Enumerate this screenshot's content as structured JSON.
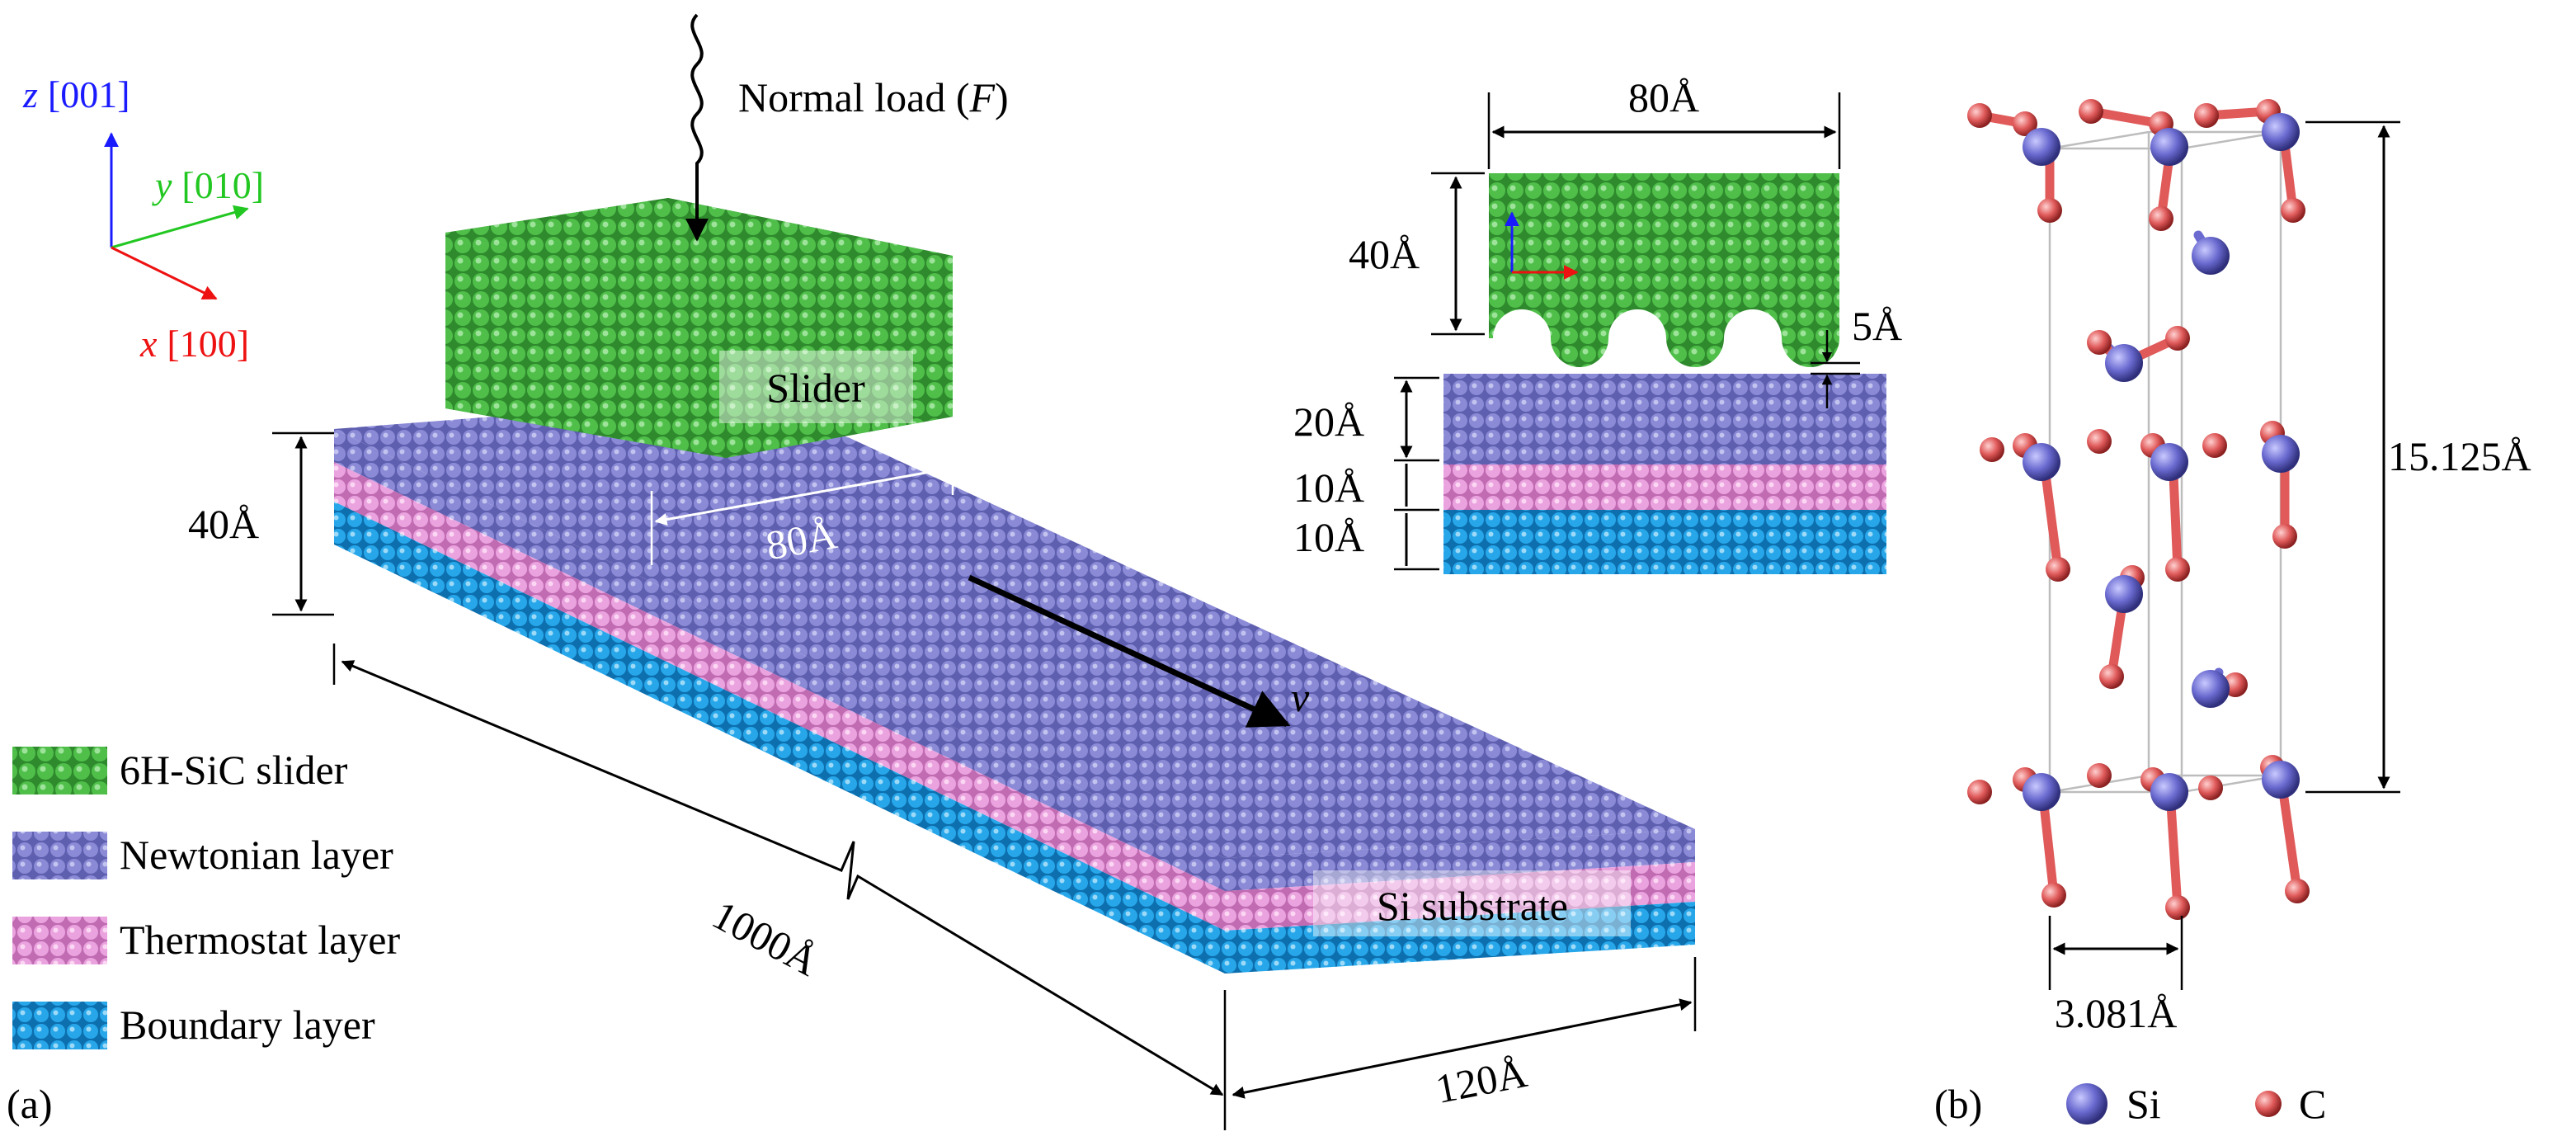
{
  "axes": {
    "z": {
      "label": "z",
      "index": "[001]",
      "color": "#1a1aff"
    },
    "y": {
      "label": "y",
      "index": "[010]",
      "color": "#22c722"
    },
    "x": {
      "label": "x",
      "index": "[100]",
      "color": "#ee1111"
    }
  },
  "load": {
    "text": "Normal load (",
    "var": "F",
    "close": ")"
  },
  "velocity": "v",
  "slider": {
    "label": "Slider",
    "width": "80Å"
  },
  "substrate": {
    "label": "Si substrate",
    "height": "40Å",
    "length": "1000Å",
    "depth": "120Å"
  },
  "cross_section": {
    "slider_width": "80Å",
    "slider_height": "40Å",
    "gap": "5Å",
    "layer_newtonian": "20Å",
    "layer_thermostat": "10Å",
    "layer_boundary": "10Å"
  },
  "legend": [
    {
      "label": "6H-SiC slider",
      "color": "#3fa83c"
    },
    {
      "label": "Newtonian layer",
      "color": "#7c7ccc"
    },
    {
      "label": "Thermostat layer",
      "color": "#e59ad8"
    },
    {
      "label": "Boundary layer",
      "color": "#1f9de3"
    }
  ],
  "unit_cell": {
    "height": "15.125Å",
    "width": "3.081Å",
    "legend_si": "Si",
    "legend_c": "C",
    "si_color": "#6a6ad0",
    "c_color": "#e05a5a"
  },
  "panel_a": "(a)",
  "panel_b": "(b)"
}
